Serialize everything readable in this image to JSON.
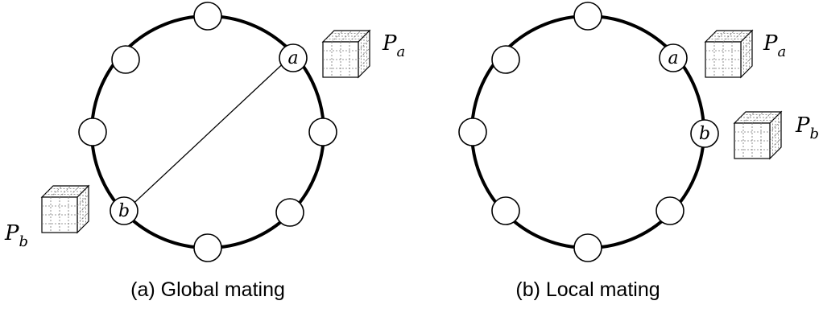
{
  "panels": [
    {
      "id": "global",
      "caption": "(a) Global mating",
      "node_a_label": "a",
      "node_b_label": "b",
      "cube_a_label": {
        "main": "P",
        "sub": "a"
      },
      "cube_b_label": {
        "main": "P",
        "sub": "b"
      },
      "connection": "chord"
    },
    {
      "id": "local",
      "caption": "(b) Local mating",
      "node_a_label": "a",
      "node_b_label": "b",
      "cube_a_label": {
        "main": "P",
        "sub": "a"
      },
      "cube_b_label": {
        "main": "P",
        "sub": "b"
      },
      "connection": "none"
    }
  ],
  "colors": {
    "ring": "#000000",
    "node_fill": "#ffffff",
    "grid": "#777777"
  }
}
